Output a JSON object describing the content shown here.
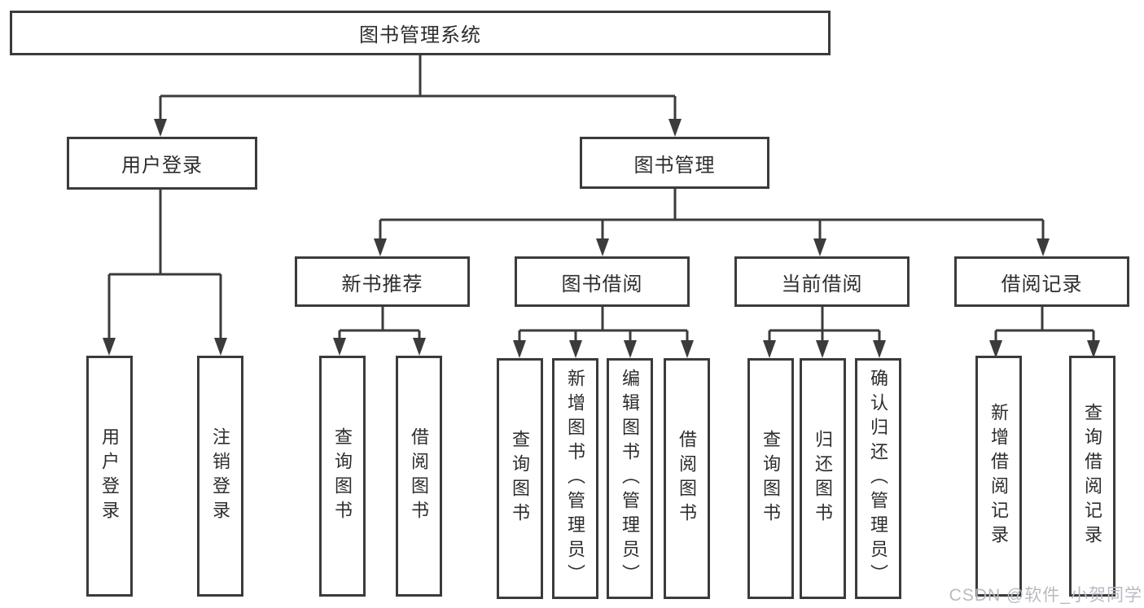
{
  "diagram": {
    "root": {
      "label": "图书管理系统"
    },
    "login": {
      "label": "用户登录"
    },
    "manage": {
      "label": "图书管理"
    },
    "login_children": [
      {
        "label": "用户登录"
      },
      {
        "label": "注销登录"
      }
    ],
    "modules": [
      {
        "label": "新书推荐",
        "children": [
          {
            "label": "查询图书"
          },
          {
            "label": "借阅图书"
          }
        ]
      },
      {
        "label": "图书借阅",
        "children": [
          {
            "label": "查询图书"
          },
          {
            "label": "新增图书（管理员）"
          },
          {
            "label": "编辑图书（管理员）"
          },
          {
            "label": "借阅图书"
          }
        ]
      },
      {
        "label": "当前借阅",
        "children": [
          {
            "label": "查询图书"
          },
          {
            "label": "归还图书"
          },
          {
            "label": "确认归还（管理员）"
          }
        ]
      },
      {
        "label": "借阅记录",
        "children": [
          {
            "label": "新增借阅记录"
          },
          {
            "label": "查询借阅记录"
          }
        ]
      }
    ]
  },
  "watermark": {
    "text": "CSDN @软件_小贺同学"
  },
  "colors": {
    "line": "#3b3b3b",
    "border": "#3b3b3b",
    "text": "#2d2d2d",
    "watermark": "#b7bbc1",
    "background": "#ffffff"
  }
}
